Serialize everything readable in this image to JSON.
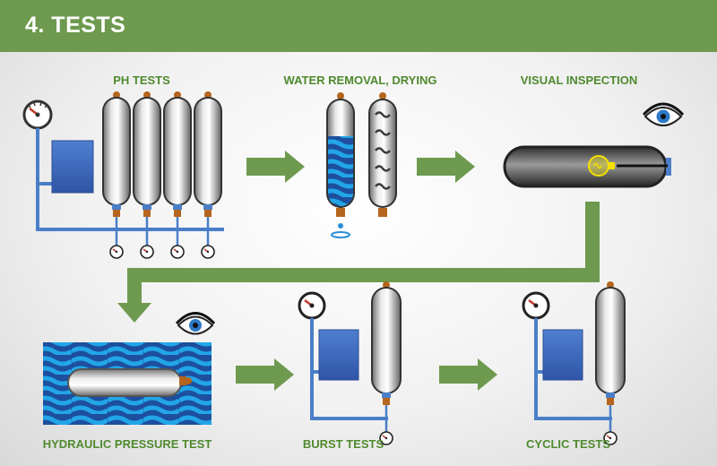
{
  "header": {
    "title": "4. TESTS"
  },
  "steps": {
    "ph_tests": "PH TESTS",
    "water_removal": "WATER REMOVAL, DRYING",
    "visual_inspection": "VISUAL INSPECTION",
    "hydraulic_pressure": "HYDRAULIC PRESSURE TEST",
    "burst_tests": "BURST TESTS",
    "cyclic_tests": "CYCLIC TESTS"
  },
  "colors": {
    "header": "#6e9a4f",
    "label": "#4f8a2e",
    "arrow": "#6e9a4f",
    "pipe": "#4a7fc8",
    "pump": "#3f66b6",
    "water": "#1e88d6"
  },
  "icons": [
    "pressure-gauge-icon",
    "eye-icon",
    "light-bulb-icon",
    "water-drop-icon",
    "pump-box-icon",
    "cylinder-icon"
  ]
}
